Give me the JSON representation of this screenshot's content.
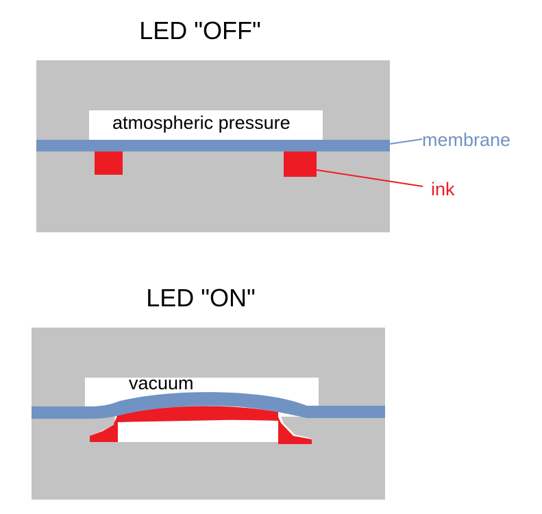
{
  "colors": {
    "block": "#c3c3c3",
    "membrane": "#7093c3",
    "ink": "#ed1c24",
    "cavity": "#ffffff",
    "text": "#000000"
  },
  "panels": {
    "off": {
      "title": "LED \"OFF\"",
      "cavity_label": "atmospheric pressure",
      "membrane_label": "membrane",
      "ink_label": "ink"
    },
    "on": {
      "title": "LED \"ON\"",
      "cavity_label": "vacuum"
    }
  }
}
